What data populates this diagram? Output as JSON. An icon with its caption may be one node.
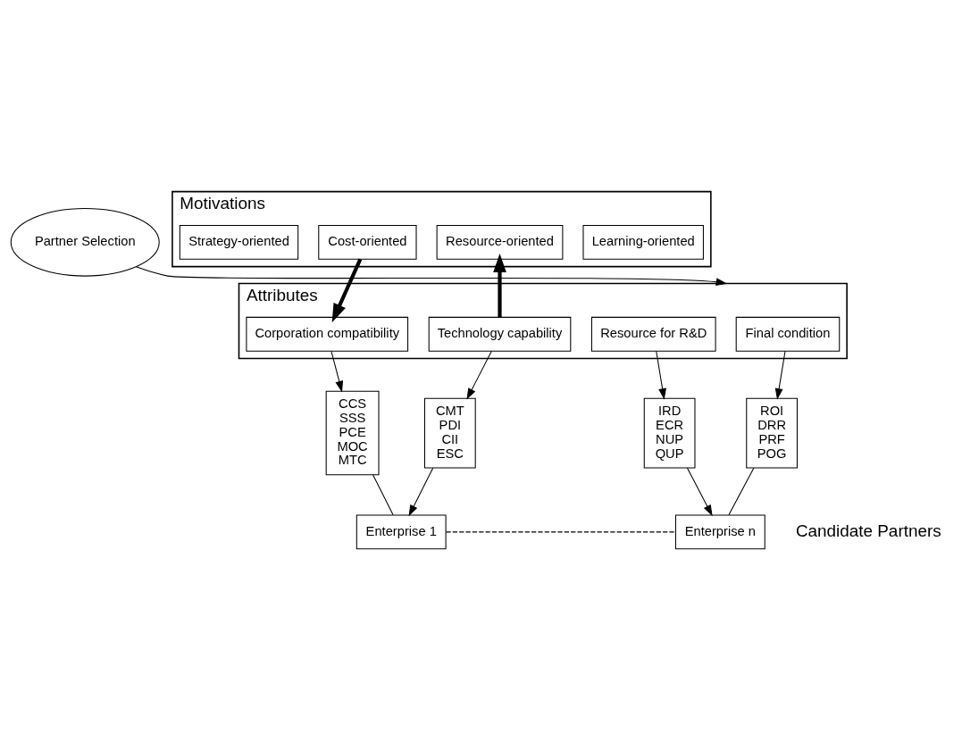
{
  "diagram": {
    "nodes": [
      {
        "text": [
          "Partner Selection"
        ]
      },
      {
        "text": [
          "Motivations"
        ]
      },
      {
        "text": [
          "Strategy-oriented"
        ],
        "in": 1
      },
      {
        "text": [
          "Cost-oriented"
        ],
        "in": 1
      },
      {
        "text": [
          "Resource-oriented"
        ],
        "in": 1
      },
      {
        "text": [
          "Learning-oriented"
        ],
        "in": 1
      },
      {
        "text": [
          "Attributes"
        ]
      },
      {
        "text": [
          "Corporation compatibility"
        ],
        "in": 6
      },
      {
        "text": [
          "Technology capability"
        ],
        "in": 6
      },
      {
        "text": [
          "Resource for R&D"
        ],
        "in": 6
      },
      {
        "text": [
          "Final condition"
        ],
        "in": 6
      },
      {
        "text": [
          "CCS",
          "SSS",
          "PCE",
          "MOC",
          "MTC"
        ]
      },
      {
        "text": [
          "CMT",
          "PDI",
          "CII",
          "ESC"
        ]
      },
      {
        "text": [
          "IRD",
          "ECR",
          "NUP",
          "QUP"
        ]
      },
      {
        "text": [
          "ROI",
          "DRR",
          "PRF",
          "POG"
        ]
      },
      {
        "text": [
          "Enterprise 1"
        ]
      },
      {
        "text": [
          "Enterprise n"
        ]
      }
    ],
    "edges": [
      {
        "from": 0,
        "to": 6,
        "arrow": "to"
      },
      {
        "from": 3,
        "to": 7,
        "arrow": "to",
        "style": "thick"
      },
      {
        "from": 8,
        "to": 4,
        "arrow": "to",
        "style": "thick"
      },
      {
        "from": 7,
        "to": 11,
        "arrow": "to"
      },
      {
        "from": 8,
        "to": 12,
        "arrow": "to"
      },
      {
        "from": 9,
        "to": 13,
        "arrow": "to"
      },
      {
        "from": 10,
        "to": 14,
        "arrow": "to"
      },
      {
        "from": 11,
        "to": 15,
        "arrow": "none"
      },
      {
        "from": 12,
        "to": 15,
        "arrow": "to"
      },
      {
        "from": 13,
        "to": 16,
        "arrow": "to"
      },
      {
        "from": 14,
        "to": 16,
        "arrow": "none"
      },
      {
        "from": 15,
        "to": 16,
        "arrow": "none",
        "style": "dashed"
      }
    ],
    "labels": [
      "Candidate Partners"
    ]
  }
}
